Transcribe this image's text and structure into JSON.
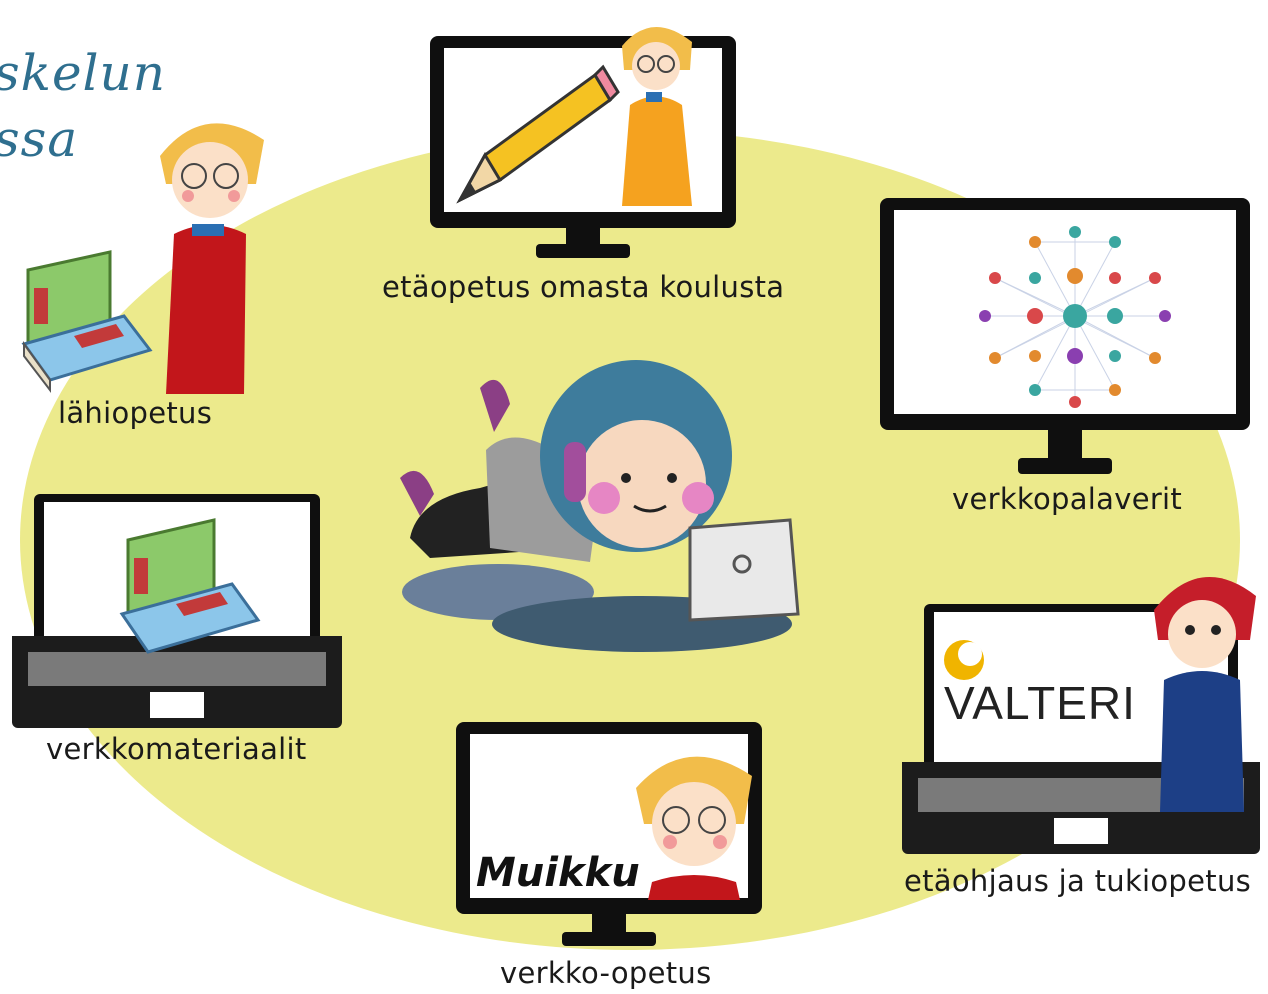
{
  "title": {
    "line1": "skelun",
    "line2": "ssa"
  },
  "nodes": {
    "top": "etäopetus omasta koulusta",
    "left_top": "lähiopetus",
    "left_bottom": "verkkomateriaalit",
    "right_top": "verkkopalaverit",
    "right_bottom": "etäohjaus ja tukiopetus",
    "bottom": "verkko-opetus"
  },
  "logos": {
    "valteri": "VALTERI",
    "muikku": "Muikku"
  },
  "colors": {
    "ellipse": "#ecea8c",
    "title": "#2f6f8f",
    "device": "#0f0f0f"
  }
}
